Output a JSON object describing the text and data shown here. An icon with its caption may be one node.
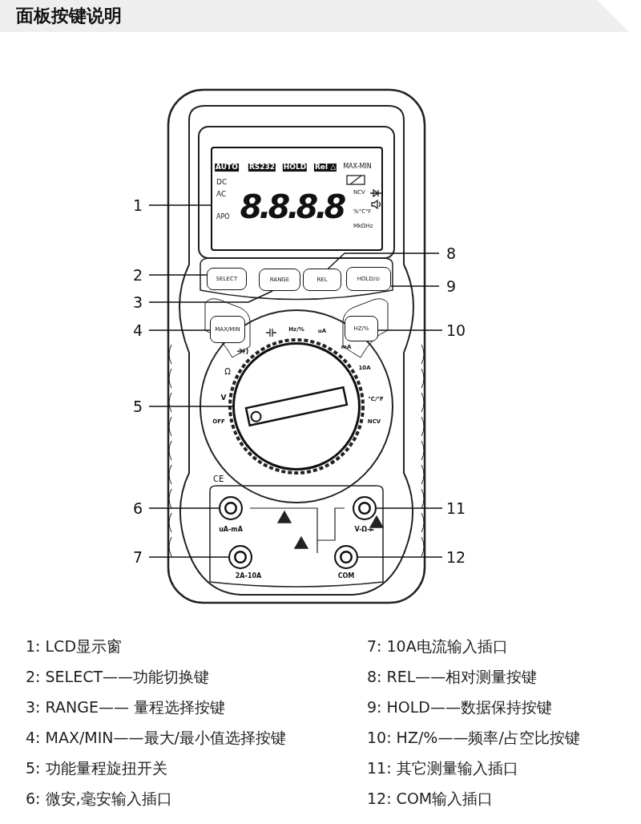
{
  "diagram": {
    "title": "面板按键说明",
    "nodes": [
      {
        "text": [
          "1"
        ]
      },
      {
        "text": [],
        "shape": "box"
      },
      {
        "text": [
          "2"
        ]
      },
      {
        "text": [
          "SELECT"
        ]
      },
      {
        "text": [
          "3"
        ]
      },
      {
        "text": [
          "RANGE"
        ]
      },
      {
        "text": [
          "4"
        ]
      },
      {
        "text": [
          "MAX/MIN"
        ]
      },
      {
        "text": [
          "5"
        ]
      },
      {
        "text": [],
        "shape": "circle"
      },
      {
        "text": [
          "6"
        ]
      },
      {
        "text": [],
        "shape": "circle"
      },
      {
        "text": [
          "7"
        ]
      },
      {
        "text": [],
        "shape": "circle"
      },
      {
        "text": [
          "8"
        ]
      },
      {
        "text": [
          "REL"
        ]
      },
      {
        "text": [
          "9"
        ]
      },
      {
        "text": [
          "HOLD/⊙"
        ]
      },
      {
        "text": [
          "10"
        ]
      },
      {
        "text": [
          "HZ/%"
        ]
      },
      {
        "text": [
          "11"
        ]
      },
      {
        "text": [],
        "shape": "circle"
      },
      {
        "text": [
          "12"
        ]
      },
      {
        "text": [],
        "shape": "circle"
      }
    ],
    "edges": [
      {
        "from": 0,
        "to": 1,
        "arrow": "none"
      },
      {
        "from": 2,
        "to": 3,
        "arrow": "none"
      },
      {
        "from": 4,
        "to": 5,
        "arrow": "none"
      },
      {
        "from": 6,
        "to": 7,
        "arrow": "none"
      },
      {
        "from": 8,
        "to": 9,
        "arrow": "none"
      },
      {
        "from": 10,
        "to": 11,
        "arrow": "none"
      },
      {
        "from": 12,
        "to": 13,
        "arrow": "none"
      },
      {
        "from": 14,
        "to": 15,
        "arrow": "none"
      },
      {
        "from": 16,
        "to": 17,
        "arrow": "none"
      },
      {
        "from": 18,
        "to": 19,
        "arrow": "none"
      },
      {
        "from": 20,
        "to": 21,
        "arrow": "none"
      },
      {
        "from": 22,
        "to": 23,
        "arrow": "none"
      }
    ],
    "labels": [
      "AUTO",
      "RS232",
      "HOLD",
      "Rel △",
      "MAX-MIN",
      "DC",
      "AC",
      "APO",
      "8.8.8.8",
      "NCV",
      "%°C°F",
      "MkΩHz",
      "Hz/%",
      "uA",
      "mA",
      "Ω",
      "10A",
      "V",
      "°C/°F",
      "OFF",
      "NCV",
      "CE",
      "uA-mA",
      "V-Ω-►",
      "2A-10A",
      "COM",
      "1: LCD显示窗",
      "2: SELECT——功能切换键",
      "3: RANGE—— 量程选择按键",
      "4: MAX/MIN——最大/最小值选择按键",
      "5: 功能量程旋扭开关",
      "6: 微安,毫安输入插口",
      "7: 10A电流输入插口",
      "8: REL——相对测量按键",
      "9: HOLD——数据保持按键",
      "10: HZ/%——频率/占空比按键",
      "11: 其它测量输入插口",
      "12: COM输入插口"
    ]
  }
}
